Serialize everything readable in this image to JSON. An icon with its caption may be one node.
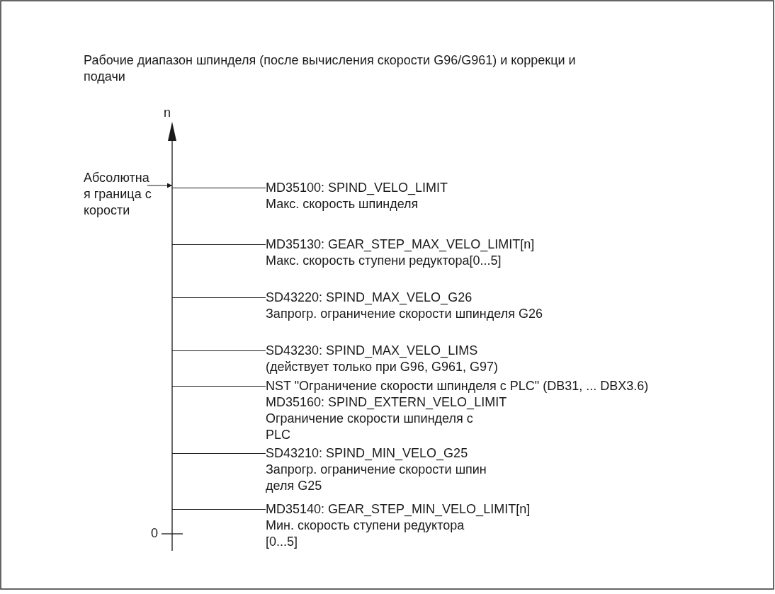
{
  "diagram": {
    "title": "Рабочие диапазон шпинделя (после вычисления скорости G96/G961) и коррекци и подачи",
    "nodes": [
      {
        "text": [
          "Абсолютна я граница с корости"
        ]
      },
      {
        "text": [
          "MD35100: SPIND_VELO_LIMIT",
          "Макс. скорость шпинделя"
        ]
      },
      {
        "text": [
          "MD35130: GEAR_STEP_MAX_VELO_LIMIT[n]",
          "Макс. скорость ступени редуктора[0...5]"
        ]
      },
      {
        "text": [
          "SD43220: SPIND_MAX_VELO_G26",
          "Запрогр. ограничение скорости шпинделя G26"
        ]
      },
      {
        "text": [
          "SD43230: SPIND_MAX_VELO_LIMS",
          "(действует только при G96, G961, G97)"
        ]
      },
      {
        "text": [
          "NST \"Ограничение скорости шпинделя с PLC\" (DB31, ... DBX3.6)",
          "MD35160: SPIND_EXTERN_VELO_LIMIT",
          "Ограничение скорости шпинделя с PLC"
        ]
      },
      {
        "text": [
          "SD43210: SPIND_MIN_VELO_G25",
          "Запрогр. ограничение скорости шпин деля G25"
        ]
      },
      {
        "text": [
          "MD35140: GEAR_STEP_MIN_VELO_LIMIT[n]",
          "Мин. скорость ступени редуктора [0...5]"
        ]
      }
    ],
    "edges": [
      {
        "from": 0,
        "to": null,
        "arrow": "to"
      },
      {
        "from": 1,
        "to": null,
        "arrow": "none"
      },
      {
        "from": 2,
        "to": null,
        "arrow": "none"
      },
      {
        "from": 3,
        "to": null,
        "arrow": "none"
      },
      {
        "from": 4,
        "to": null,
        "arrow": "none"
      },
      {
        "from": 5,
        "to": null,
        "arrow": "none"
      },
      {
        "from": 6,
        "to": null,
        "arrow": "none"
      },
      {
        "from": 7,
        "to": null,
        "arrow": "none"
      }
    ],
    "labels": [
      "n",
      "0"
    ]
  }
}
